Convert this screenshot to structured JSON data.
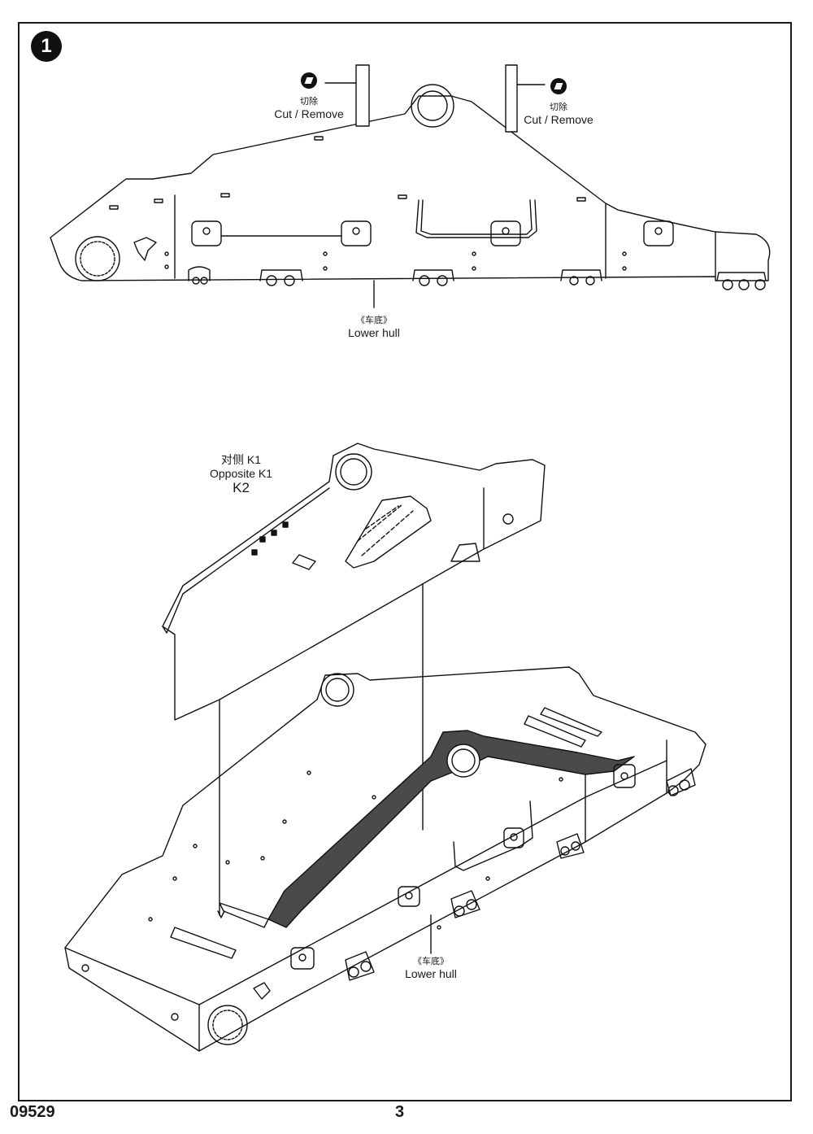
{
  "step": {
    "number": "1"
  },
  "callouts": {
    "cut_left": {
      "cn": "切除",
      "en": "Cut / Remove",
      "icon": "cut-remove-icon"
    },
    "cut_right": {
      "cn": "切除",
      "en": "Cut / Remove",
      "icon": "cut-remove-icon"
    },
    "lower_hull_top": {
      "cn": "《车底》",
      "en": "Lower hull"
    },
    "lower_hull_bottom": {
      "cn": "《车底》",
      "en": "Lower hull"
    },
    "opposite": {
      "cn": "对侧 K1",
      "en": "Opposite K1",
      "part": "K2"
    }
  },
  "footer": {
    "code": "09529",
    "page": "3"
  }
}
